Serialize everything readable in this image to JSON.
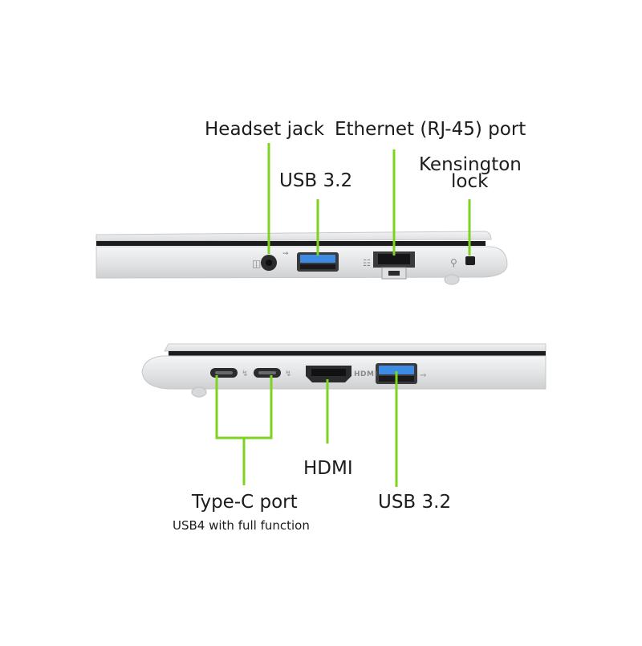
{
  "colors": {
    "pointer": "#7ed321",
    "chassis": "#e6e7e9",
    "chassis_shadow": "#c9cacc",
    "port_blue": "#2e86de"
  },
  "top_view": {
    "labels": {
      "headset": "Headset jack",
      "ethernet": "Ethernet (RJ-45) port",
      "kensington_line1": "Kensington",
      "kensington_line2": "lock",
      "usb": "USB 3.2"
    }
  },
  "bottom_view": {
    "labels": {
      "typec": "Type-C port",
      "typec_sub": "USB4 with full function",
      "hdmi": "HDMI",
      "usb": "USB 3.2"
    },
    "hdmi_logo_text": "HDMI"
  }
}
